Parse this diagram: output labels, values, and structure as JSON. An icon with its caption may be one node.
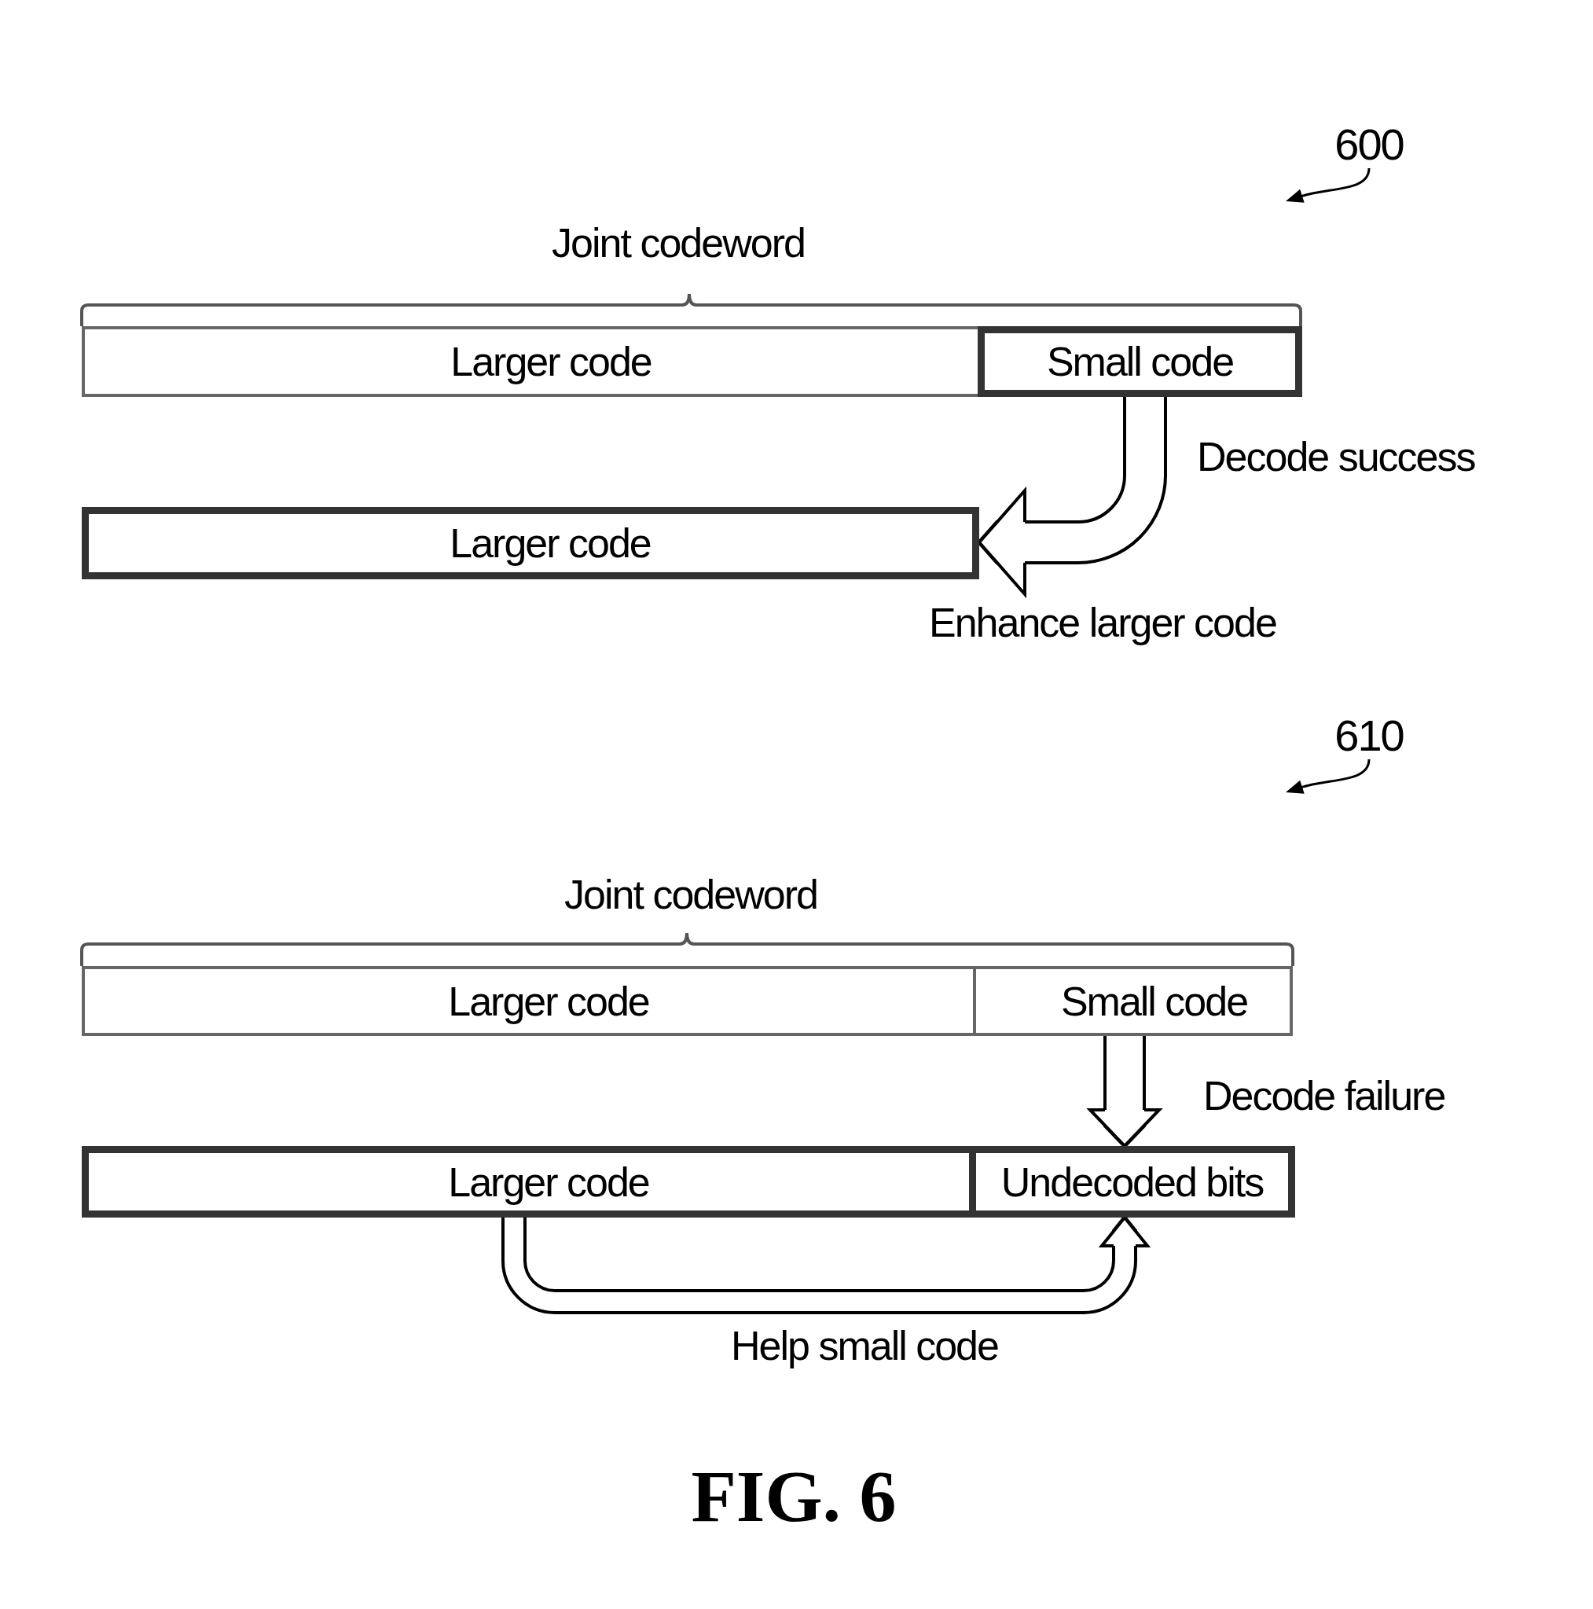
{
  "diagram": {
    "caption": "FIG. 6",
    "nodes": [
      {
        "text": [
          "600"
        ]
      },
      {
        "text": [
          "Larger code"
        ]
      },
      {
        "text": [
          "Small code"
        ]
      },
      {
        "text": [
          "Larger code"
        ]
      },
      {
        "text": [
          "610"
        ]
      },
      {
        "text": [
          "Larger code"
        ]
      },
      {
        "text": [
          "Small code"
        ]
      },
      {
        "text": [
          "Larger code"
        ]
      },
      {
        "text": [
          "Undecoded bits"
        ]
      }
    ],
    "edges": [
      {
        "from": 0,
        "to": null,
        "arrow": "to"
      },
      {
        "from": 2,
        "to": 3,
        "arrow": "to",
        "label": "Decode success"
      },
      {
        "from": 4,
        "to": null,
        "arrow": "to"
      },
      {
        "from": 6,
        "to": 8,
        "arrow": "to",
        "label": "Decode failure"
      },
      {
        "from": 7,
        "to": 8,
        "arrow": "to",
        "label": "Help small code"
      }
    ],
    "labels": [
      "Joint codeword",
      "Enhance larger code",
      "Joint codeword"
    ]
  }
}
